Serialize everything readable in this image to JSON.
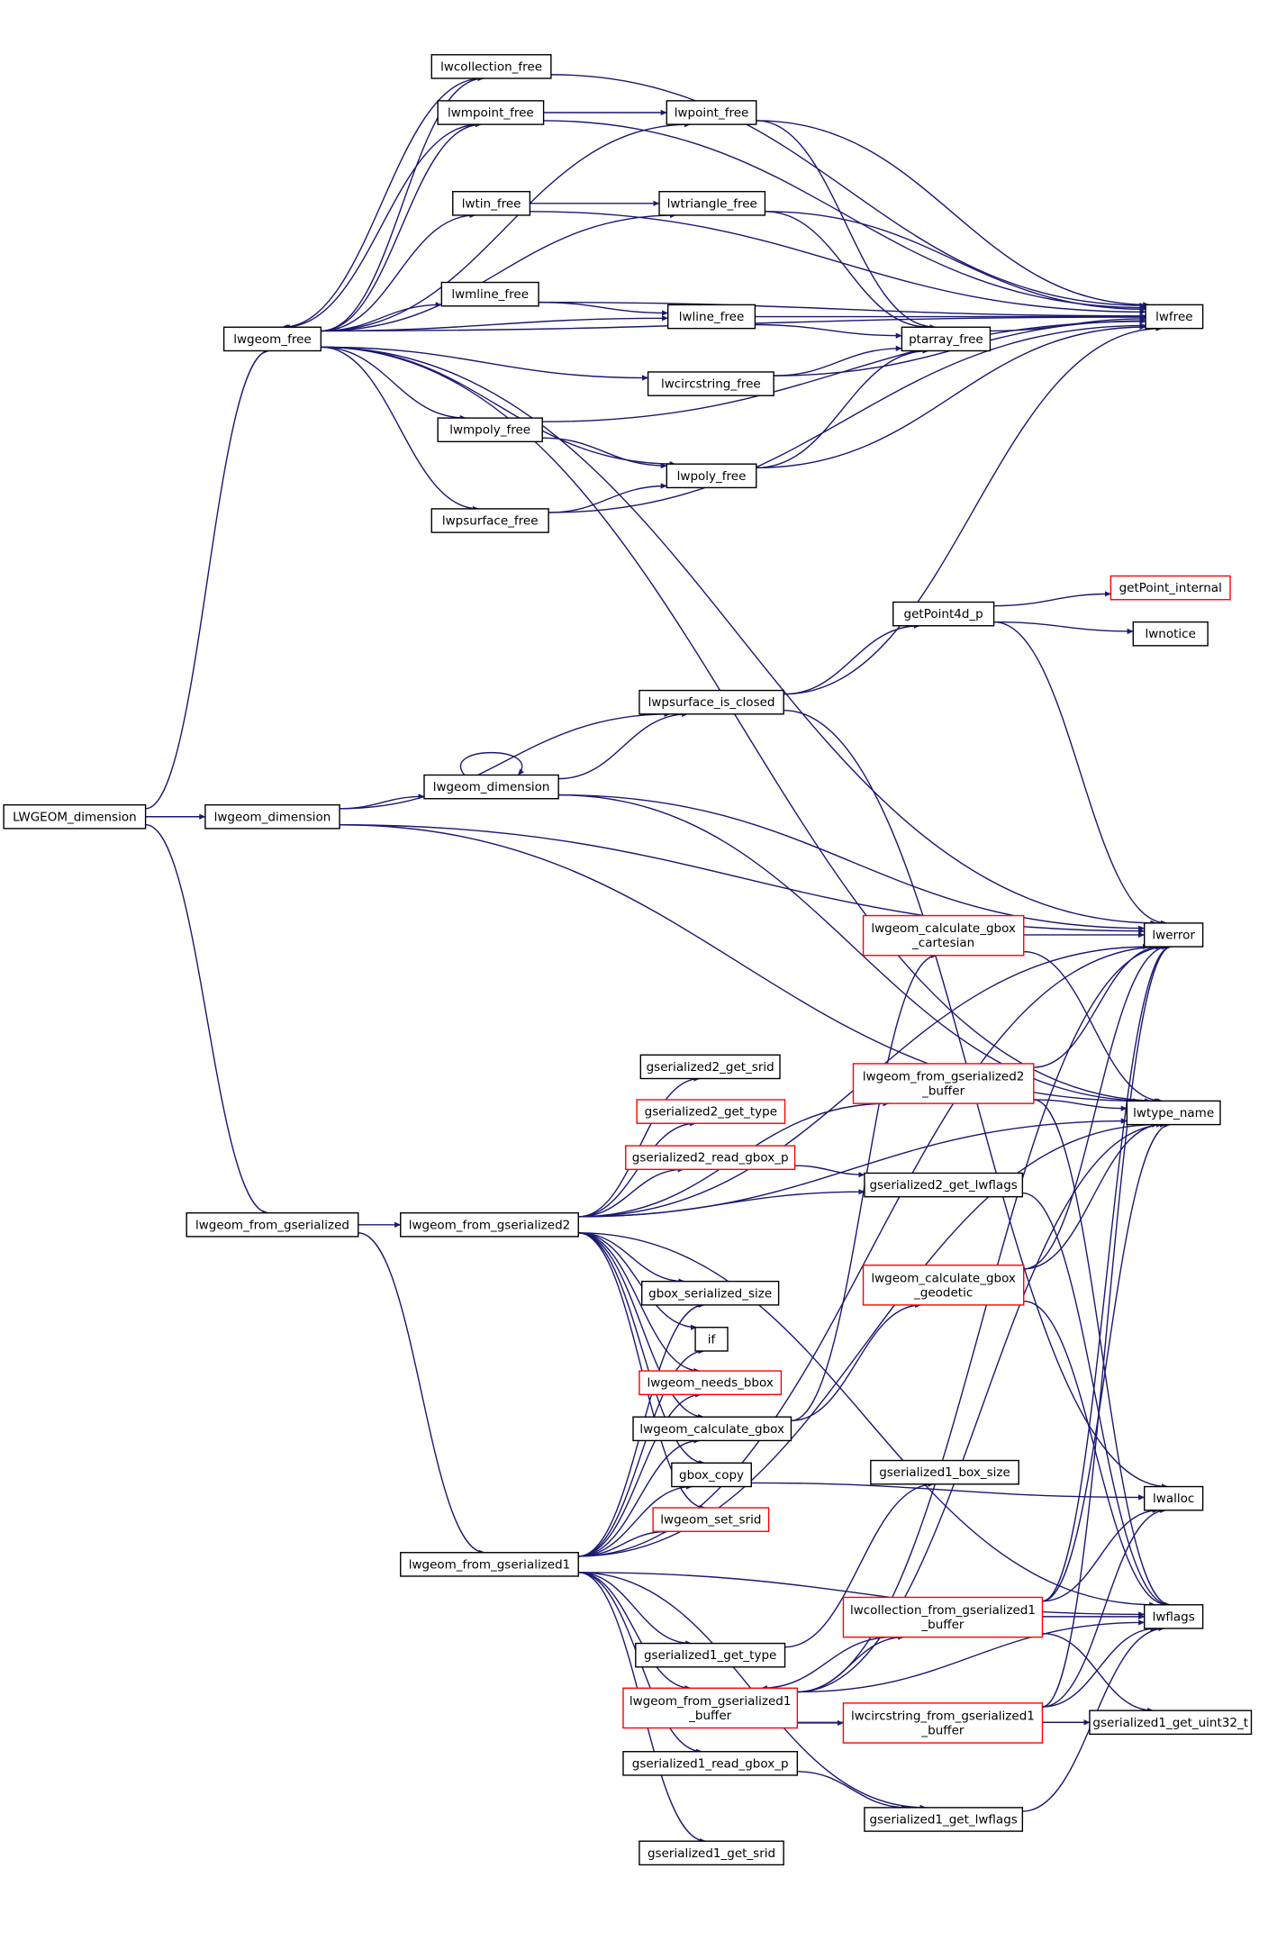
{
  "colors": {
    "edge": "#191970",
    "node_border": "#000000",
    "node_border_truncated": "#ff0000",
    "root_fill": "#bfbfbf"
  },
  "nodes": [
    {
      "id": "LWGEOM_dimension",
      "lines": [
        "LWGEOM_dimension"
      ],
      "style": "root"
    },
    {
      "id": "lwgeom_dimension",
      "lines": [
        "lwgeom_dimension"
      ],
      "style": "normal"
    },
    {
      "id": "lwgeom_free",
      "lines": [
        "lwgeom_free"
      ],
      "style": "normal"
    },
    {
      "id": "lwgeom_from_gserialized",
      "lines": [
        "lwgeom_from_gserialized"
      ],
      "style": "normal"
    },
    {
      "id": "lwcollection_free",
      "lines": [
        "lwcollection_free"
      ],
      "style": "normal"
    },
    {
      "id": "lwmpoint_free",
      "lines": [
        "lwmpoint_free"
      ],
      "style": "normal"
    },
    {
      "id": "lwtin_free",
      "lines": [
        "lwtin_free"
      ],
      "style": "normal"
    },
    {
      "id": "lwmline_free",
      "lines": [
        "lwmline_free"
      ],
      "style": "normal"
    },
    {
      "id": "lwmpoly_free",
      "lines": [
        "lwmpoly_free"
      ],
      "style": "normal"
    },
    {
      "id": "lwpsurface_free",
      "lines": [
        "lwpsurface_free"
      ],
      "style": "normal"
    },
    {
      "id": "lwpoint_free",
      "lines": [
        "lwpoint_free"
      ],
      "style": "normal"
    },
    {
      "id": "lwtriangle_free",
      "lines": [
        "lwtriangle_free"
      ],
      "style": "normal"
    },
    {
      "id": "lwline_free",
      "lines": [
        "lwline_free"
      ],
      "style": "normal"
    },
    {
      "id": "lwcircstring_free",
      "lines": [
        "lwcircstring_free"
      ],
      "style": "normal"
    },
    {
      "id": "lwpoly_free",
      "lines": [
        "lwpoly_free"
      ],
      "style": "normal"
    },
    {
      "id": "ptarray_free",
      "lines": [
        "ptarray_free"
      ],
      "style": "normal"
    },
    {
      "id": "lwfree",
      "lines": [
        "lwfree"
      ],
      "style": "normal"
    },
    {
      "id": "getPoint4d_p",
      "lines": [
        "getPoint4d_p"
      ],
      "style": "normal"
    },
    {
      "id": "getPoint_internal",
      "lines": [
        "getPoint_internal"
      ],
      "style": "truncated"
    },
    {
      "id": "lwnotice",
      "lines": [
        "lwnotice"
      ],
      "style": "normal"
    },
    {
      "id": "lwpsurface_is_closed",
      "lines": [
        "lwpsurface_is_closed"
      ],
      "style": "normal"
    },
    {
      "id": "lwgeom_dimension_rec",
      "lines": [
        "lwgeom_dimension"
      ],
      "style": "normal"
    },
    {
      "id": "lwerror",
      "lines": [
        "lwerror"
      ],
      "style": "normal"
    },
    {
      "id": "lwgeom_calculate_gbox_cartesian",
      "lines": [
        "lwgeom_calculate_gbox",
        "_cartesian"
      ],
      "style": "truncated"
    },
    {
      "id": "lwgeom_from_gserialized2_buffer",
      "lines": [
        "lwgeom_from_gserialized2",
        "_buffer"
      ],
      "style": "truncated"
    },
    {
      "id": "lwtype_name",
      "lines": [
        "lwtype_name"
      ],
      "style": "normal"
    },
    {
      "id": "gserialized2_get_srid",
      "lines": [
        "gserialized2_get_srid"
      ],
      "style": "normal"
    },
    {
      "id": "gserialized2_get_type",
      "lines": [
        "gserialized2_get_type"
      ],
      "style": "truncated"
    },
    {
      "id": "gserialized2_read_gbox_p",
      "lines": [
        "gserialized2_read_gbox_p"
      ],
      "style": "truncated"
    },
    {
      "id": "gserialized2_get_lwflags",
      "lines": [
        "gserialized2_get_lwflags"
      ],
      "style": "normal"
    },
    {
      "id": "lwgeom_from_gserialized2",
      "lines": [
        "lwgeom_from_gserialized2"
      ],
      "style": "normal"
    },
    {
      "id": "lwgeom_calculate_gbox_geodetic",
      "lines": [
        "lwgeom_calculate_gbox",
        "_geodetic"
      ],
      "style": "truncated"
    },
    {
      "id": "gbox_serialized_size",
      "lines": [
        "gbox_serialized_size"
      ],
      "style": "normal"
    },
    {
      "id": "if",
      "lines": [
        "if"
      ],
      "style": "normal"
    },
    {
      "id": "lwgeom_needs_bbox",
      "lines": [
        "lwgeom_needs_bbox"
      ],
      "style": "truncated"
    },
    {
      "id": "lwgeom_calculate_gbox",
      "lines": [
        "lwgeom_calculate_gbox"
      ],
      "style": "normal"
    },
    {
      "id": "gbox_copy",
      "lines": [
        "gbox_copy"
      ],
      "style": "normal"
    },
    {
      "id": "lwalloc",
      "lines": [
        "lwalloc"
      ],
      "style": "normal"
    },
    {
      "id": "gserialized1_box_size",
      "lines": [
        "gserialized1_box_size"
      ],
      "style": "normal"
    },
    {
      "id": "lwgeom_set_srid",
      "lines": [
        "lwgeom_set_srid"
      ],
      "style": "truncated"
    },
    {
      "id": "lwgeom_from_gserialized1",
      "lines": [
        "lwgeom_from_gserialized1"
      ],
      "style": "normal"
    },
    {
      "id": "lwcollection_from_gserialized1_buffer",
      "lines": [
        "lwcollection_from_gserialized1",
        "_buffer"
      ],
      "style": "truncated"
    },
    {
      "id": "lwflags",
      "lines": [
        "lwflags"
      ],
      "style": "normal"
    },
    {
      "id": "gserialized1_get_type",
      "lines": [
        "gserialized1_get_type"
      ],
      "style": "normal"
    },
    {
      "id": "lwgeom_from_gserialized1_buffer",
      "lines": [
        "lwgeom_from_gserialized1",
        "_buffer"
      ],
      "style": "truncated"
    },
    {
      "id": "lwcircstring_from_gserialized1_buffer",
      "lines": [
        "lwcircstring_from_gserialized1",
        "_buffer"
      ],
      "style": "truncated"
    },
    {
      "id": "gserialized1_get_uint32_t",
      "lines": [
        "gserialized1_get_uint32_t"
      ],
      "style": "normal"
    },
    {
      "id": "gserialized1_read_gbox_p",
      "lines": [
        "gserialized1_read_gbox_p"
      ],
      "style": "normal"
    },
    {
      "id": "gserialized1_get_lwflags",
      "lines": [
        "gserialized1_get_lwflags"
      ],
      "style": "normal"
    },
    {
      "id": "gserialized1_get_srid",
      "lines": [
        "gserialized1_get_srid"
      ],
      "style": "normal"
    }
  ],
  "edges": [
    [
      "LWGEOM_dimension",
      "lwgeom_dimension"
    ],
    [
      "LWGEOM_dimension",
      "lwgeom_free"
    ],
    [
      "LWGEOM_dimension",
      "lwgeom_from_gserialized"
    ],
    [
      "lwgeom_free",
      "lwcollection_free"
    ],
    [
      "lwgeom_free",
      "lwmpoint_free"
    ],
    [
      "lwgeom_free",
      "lwtin_free"
    ],
    [
      "lwgeom_free",
      "lwmline_free"
    ],
    [
      "lwgeom_free",
      "lwmpoly_free"
    ],
    [
      "lwgeom_free",
      "lwpsurface_free"
    ],
    [
      "lwgeom_free",
      "lwpoint_free"
    ],
    [
      "lwgeom_free",
      "lwtriangle_free"
    ],
    [
      "lwgeom_free",
      "lwline_free"
    ],
    [
      "lwgeom_free",
      "lwcircstring_free"
    ],
    [
      "lwgeom_free",
      "lwpoly_free"
    ],
    [
      "lwgeom_free",
      "lwfree"
    ],
    [
      "lwgeom_free",
      "lwerror"
    ],
    [
      "lwgeom_free",
      "lwtype_name"
    ],
    [
      "lwcollection_free",
      "lwgeom_free"
    ],
    [
      "lwcollection_free",
      "lwfree"
    ],
    [
      "lwmpoint_free",
      "lwgeom_free"
    ],
    [
      "lwmpoint_free",
      "lwpoint_free"
    ],
    [
      "lwmpoint_free",
      "lwfree"
    ],
    [
      "lwtin_free",
      "lwtriangle_free"
    ],
    [
      "lwtin_free",
      "lwfree"
    ],
    [
      "lwmline_free",
      "lwline_free"
    ],
    [
      "lwmline_free",
      "lwfree"
    ],
    [
      "lwmpoly_free",
      "lwpoly_free"
    ],
    [
      "lwmpoly_free",
      "lwfree"
    ],
    [
      "lwpsurface_free",
      "lwpoly_free"
    ],
    [
      "lwpsurface_free",
      "lwfree"
    ],
    [
      "lwpoint_free",
      "ptarray_free"
    ],
    [
      "lwpoint_free",
      "lwfree"
    ],
    [
      "lwtriangle_free",
      "ptarray_free"
    ],
    [
      "lwtriangle_free",
      "lwfree"
    ],
    [
      "lwline_free",
      "ptarray_free"
    ],
    [
      "lwline_free",
      "lwfree"
    ],
    [
      "lwcircstring_free",
      "ptarray_free"
    ],
    [
      "lwcircstring_free",
      "lwfree"
    ],
    [
      "lwpoly_free",
      "ptarray_free"
    ],
    [
      "lwpoly_free",
      "lwfree"
    ],
    [
      "ptarray_free",
      "lwfree"
    ],
    [
      "lwgeom_dimension",
      "lwgeom_dimension_rec"
    ],
    [
      "lwgeom_dimension",
      "lwpsurface_is_closed"
    ],
    [
      "lwgeom_dimension",
      "lwerror"
    ],
    [
      "lwgeom_dimension",
      "lwtype_name"
    ],
    [
      "lwgeom_dimension_rec",
      "lwgeom_dimension_rec"
    ],
    [
      "lwgeom_dimension_rec",
      "lwpsurface_is_closed"
    ],
    [
      "lwgeom_dimension_rec",
      "lwerror"
    ],
    [
      "lwgeom_dimension_rec",
      "lwtype_name"
    ],
    [
      "lwpsurface_is_closed",
      "getPoint4d_p"
    ],
    [
      "lwpsurface_is_closed",
      "lwfree"
    ],
    [
      "lwpsurface_is_closed",
      "lwalloc"
    ],
    [
      "getPoint4d_p",
      "getPoint_internal"
    ],
    [
      "getPoint4d_p",
      "lwnotice"
    ],
    [
      "getPoint4d_p",
      "lwerror"
    ],
    [
      "lwgeom_from_gserialized",
      "lwgeom_from_gserialized2"
    ],
    [
      "lwgeom_from_gserialized",
      "lwgeom_from_gserialized1"
    ],
    [
      "lwgeom_from_gserialized2",
      "gserialized2_get_srid"
    ],
    [
      "lwgeom_from_gserialized2",
      "gserialized2_get_type"
    ],
    [
      "lwgeom_from_gserialized2",
      "gserialized2_read_gbox_p"
    ],
    [
      "lwgeom_from_gserialized2",
      "gserialized2_get_lwflags"
    ],
    [
      "lwgeom_from_gserialized2",
      "lwgeom_from_gserialized2_buffer"
    ],
    [
      "lwgeom_from_gserialized2",
      "gbox_serialized_size"
    ],
    [
      "lwgeom_from_gserialized2",
      "if"
    ],
    [
      "lwgeom_from_gserialized2",
      "lwgeom_needs_bbox"
    ],
    [
      "lwgeom_from_gserialized2",
      "lwgeom_calculate_gbox"
    ],
    [
      "lwgeom_from_gserialized2",
      "gbox_copy"
    ],
    [
      "lwgeom_from_gserialized2",
      "lwgeom_set_srid"
    ],
    [
      "lwgeom_from_gserialized2",
      "lwerror"
    ],
    [
      "lwgeom_from_gserialized2",
      "lwtype_name"
    ],
    [
      "lwgeom_from_gserialized2",
      "lwflags"
    ],
    [
      "gserialized2_read_gbox_p",
      "gserialized2_get_lwflags"
    ],
    [
      "gserialized2_get_lwflags",
      "lwflags"
    ],
    [
      "lwgeom_from_gserialized2_buffer",
      "lwerror"
    ],
    [
      "lwgeom_from_gserialized2_buffer",
      "lwtype_name"
    ],
    [
      "lwgeom_from_gserialized2_buffer",
      "lwflags"
    ],
    [
      "lwgeom_calculate_gbox",
      "lwgeom_calculate_gbox_cartesian"
    ],
    [
      "lwgeom_calculate_gbox",
      "lwgeom_calculate_gbox_geodetic"
    ],
    [
      "lwgeom_calculate_gbox_cartesian",
      "lwerror"
    ],
    [
      "lwgeom_calculate_gbox_cartesian",
      "lwtype_name"
    ],
    [
      "lwgeom_calculate_gbox_geodetic",
      "lwerror"
    ],
    [
      "lwgeom_calculate_gbox_geodetic",
      "lwtype_name"
    ],
    [
      "lwgeom_calculate_gbox_geodetic",
      "lwflags"
    ],
    [
      "gbox_copy",
      "lwalloc"
    ],
    [
      "lwgeom_from_gserialized1",
      "gserialized1_get_type"
    ],
    [
      "lwgeom_from_gserialized1",
      "lwgeom_from_gserialized1_buffer"
    ],
    [
      "lwgeom_from_gserialized1",
      "gserialized1_read_gbox_p"
    ],
    [
      "lwgeom_from_gserialized1",
      "gserialized1_get_lwflags"
    ],
    [
      "lwgeom_from_gserialized1",
      "gserialized1_get_srid"
    ],
    [
      "lwgeom_from_gserialized1",
      "gbox_serialized_size"
    ],
    [
      "lwgeom_from_gserialized1",
      "if"
    ],
    [
      "lwgeom_from_gserialized1",
      "lwgeom_needs_bbox"
    ],
    [
      "lwgeom_from_gserialized1",
      "lwgeom_calculate_gbox"
    ],
    [
      "lwgeom_from_gserialized1",
      "gbox_copy"
    ],
    [
      "lwgeom_from_gserialized1",
      "lwgeom_set_srid"
    ],
    [
      "lwgeom_from_gserialized1",
      "lwerror"
    ],
    [
      "lwgeom_from_gserialized1",
      "lwtype_name"
    ],
    [
      "lwgeom_from_gserialized1",
      "lwflags"
    ],
    [
      "gserialized1_read_gbox_p",
      "gserialized1_get_lwflags"
    ],
    [
      "gserialized1_get_lwflags",
      "lwflags"
    ],
    [
      "gserialized1_get_type",
      "gserialized1_box_size"
    ],
    [
      "lwgeom_from_gserialized1_buffer",
      "lwcollection_from_gserialized1_buffer"
    ],
    [
      "lwgeom_from_gserialized1_buffer",
      "lwcircstring_from_gserialized1_buffer"
    ],
    [
      "lwgeom_from_gserialized1_buffer",
      "gserialized1_get_uint32_t"
    ],
    [
      "lwgeom_from_gserialized1_buffer",
      "lwerror"
    ],
    [
      "lwgeom_from_gserialized1_buffer",
      "lwtype_name"
    ],
    [
      "lwgeom_from_gserialized1_buffer",
      "lwflags"
    ],
    [
      "lwcollection_from_gserialized1_buffer",
      "lwgeom_from_gserialized1_buffer"
    ],
    [
      "lwcollection_from_gserialized1_buffer",
      "gserialized1_get_uint32_t"
    ],
    [
      "lwcollection_from_gserialized1_buffer",
      "lwalloc"
    ],
    [
      "lwcollection_from_gserialized1_buffer",
      "lwerror"
    ],
    [
      "lwcollection_from_gserialized1_buffer",
      "lwtype_name"
    ],
    [
      "lwcollection_from_gserialized1_buffer",
      "lwflags"
    ],
    [
      "lwcircstring_from_gserialized1_buffer",
      "gserialized1_get_uint32_t"
    ],
    [
      "lwcircstring_from_gserialized1_buffer",
      "lwalloc"
    ],
    [
      "lwcircstring_from_gserialized1_buffer",
      "lwerror"
    ],
    [
      "lwcircstring_from_gserialized1_buffer",
      "lwflags"
    ]
  ]
}
